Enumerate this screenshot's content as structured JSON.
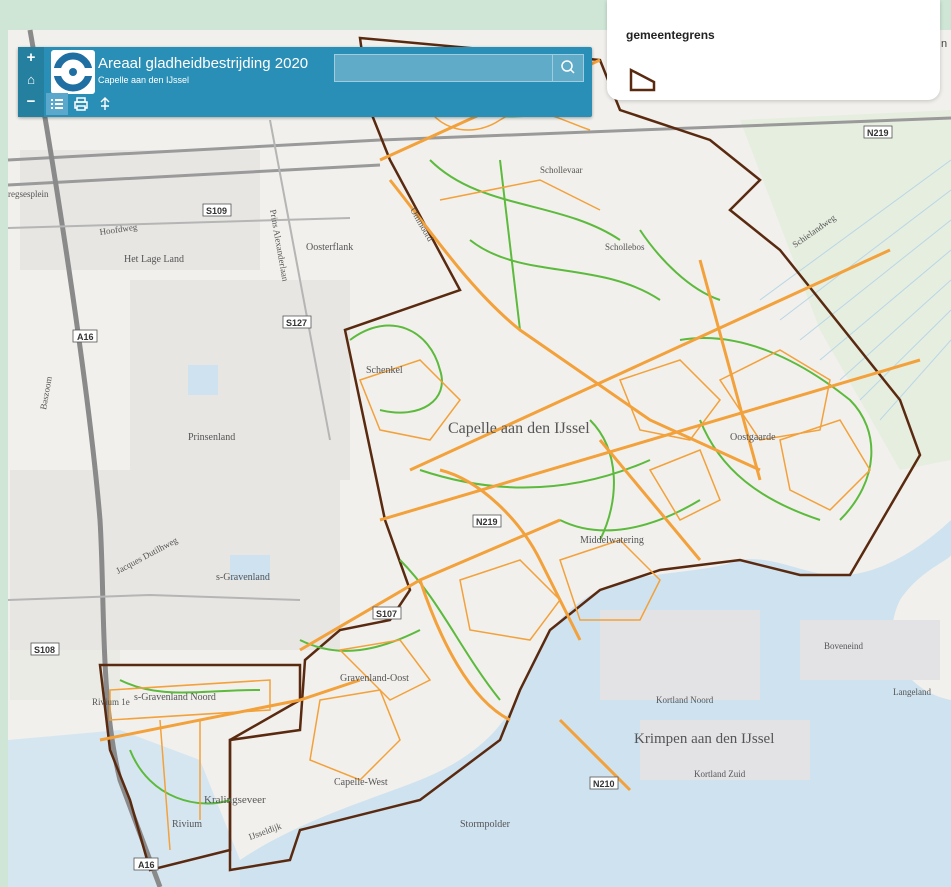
{
  "app": {
    "title": "Areaal gladheidbestrijding 2020",
    "subtitle": "Capelle aan den IJssel"
  },
  "zoom": {
    "in": "+",
    "home": "⌂",
    "out": "−"
  },
  "search": {
    "value": "",
    "placeholder": ""
  },
  "tools": [
    {
      "name": "legend-list-icon",
      "active": true
    },
    {
      "name": "print-icon",
      "active": false
    },
    {
      "name": "measure-icon",
      "active": false
    }
  ],
  "legend": {
    "label": "gemeentegrens",
    "edge_text": "n"
  },
  "colors": {
    "boundary": "#5a2a10",
    "route_orange": "#f3a13a",
    "route_green": "#5cba3c",
    "water": "#cfe2f0",
    "highway": "#8a8a8a",
    "toolbar": "#2a8fb6"
  },
  "map": {
    "place_labels": [
      "Capelle aan den IJssel",
      "Krimpen aan den IJssel",
      "Het Lage Land",
      "Oosterflank",
      "Prinsenland",
      "Schenkel",
      "Oostgaarde",
      "Middelwatering",
      "s-Gravenland",
      "Gravenland-Oost",
      "s-Gravenland Noord",
      "Capelle-West",
      "Kralingseveer",
      "Rivium",
      "Stormpolder",
      "Kortland Noord",
      "Kortland Zuid",
      "Boveneind",
      "Langeland",
      "Schollevaar",
      "Schollebos",
      "Ommoord"
    ],
    "road_labels": [
      "S109",
      "S127",
      "A16",
      "S108",
      "N219",
      "S107",
      "N210",
      "A16"
    ],
    "street_labels": [
      "Hoofdweg",
      "Prins Alexanderlaan",
      "Jacques Dutilhweg",
      "Baszoom",
      "IJsseldijk",
      "Schielandweg",
      "regsesplein",
      "Rivium 1e"
    ]
  }
}
